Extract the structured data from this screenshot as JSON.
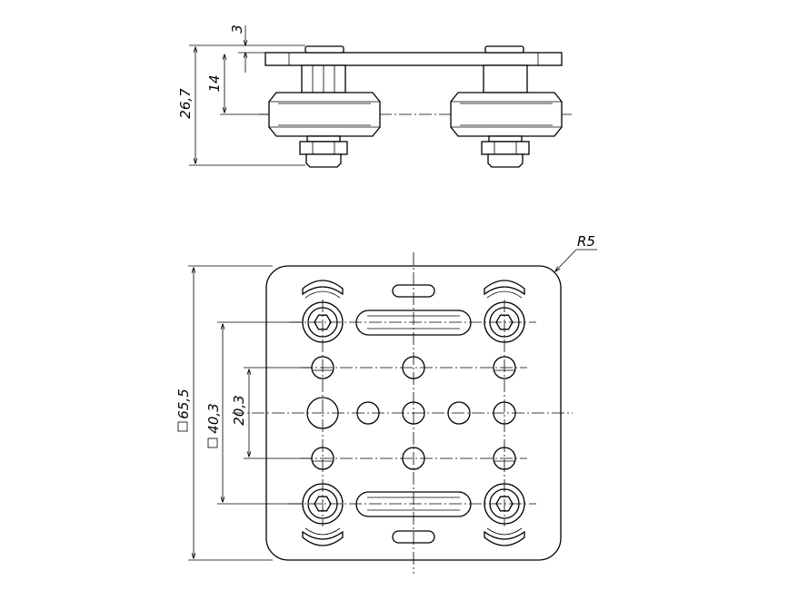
{
  "side_view": {
    "dim_top": "3",
    "dim_mid": "14",
    "dim_total": "26,7"
  },
  "top_view": {
    "radius": "R5",
    "dim_outer": "65,5",
    "dim_bolt": "40,3",
    "dim_inner": "20,3"
  }
}
